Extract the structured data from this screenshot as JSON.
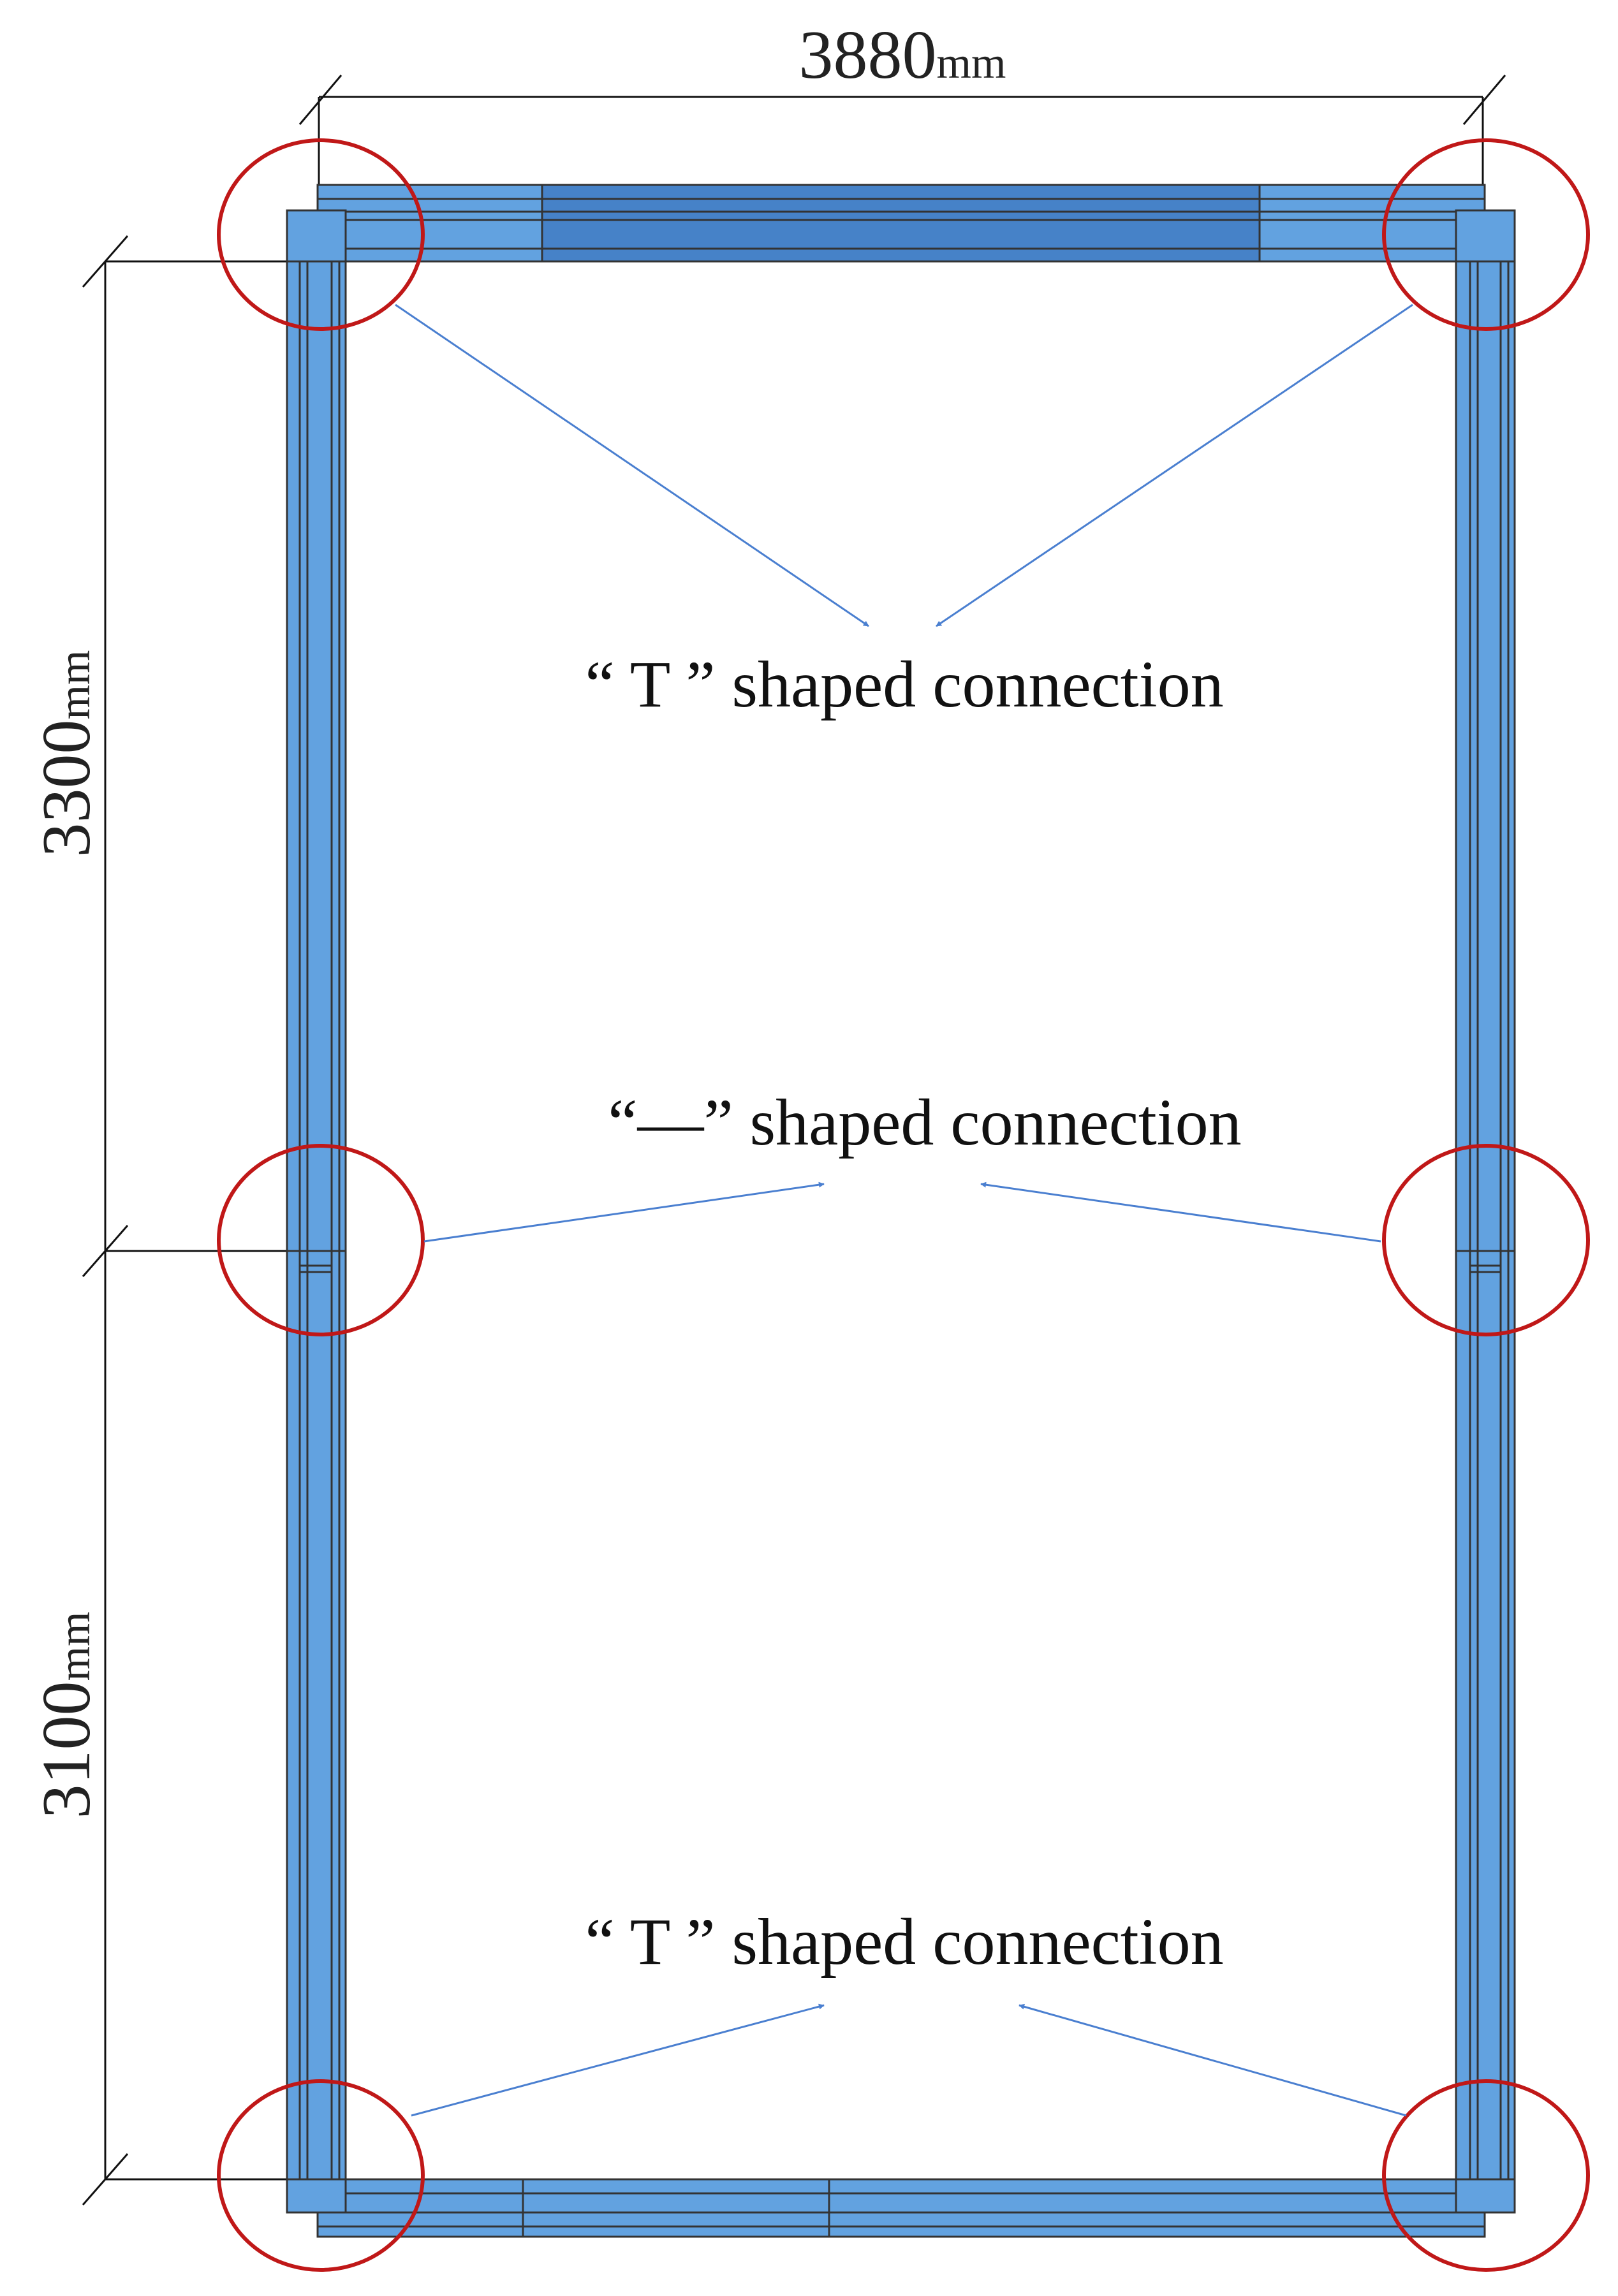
{
  "dimensions": {
    "top_width": {
      "number": "3880",
      "unit": "mm"
    },
    "upper_height": {
      "number": "3300",
      "unit": "mm"
    },
    "lower_height": {
      "number": "3100",
      "unit": "mm"
    }
  },
  "labels": {
    "top_connection": "“ T ” shaped connection",
    "middle_connection": "“—”  shaped connection",
    "bottom_connection": "“ T ” shaped connection"
  },
  "colors": {
    "beam": "#62a2e0",
    "beam_dark": "#4682c8",
    "outline": "#333333",
    "highlight_circle": "#c01818",
    "arrow": "#4a7fd0",
    "dimension_line": "#111111"
  }
}
